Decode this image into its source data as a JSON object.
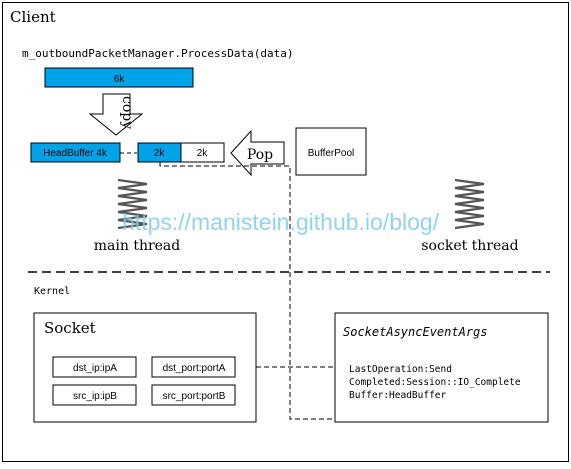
{
  "frame": {
    "title": "Client"
  },
  "main": {
    "call_label": "m_outboundPacketManager.ProcessData(data)",
    "data_block_label": "6k",
    "copy_arrow_label": "copy",
    "head_buffer_label": "HeadBuffer 4k",
    "buffer_segment_a": "2k",
    "buffer_segment_b": "2k",
    "pop_arrow_label": "Pop",
    "buffer_pool_label": "BufferPool",
    "main_thread_label": "main thread",
    "socket_thread_label": "socket thread"
  },
  "kernel": {
    "label": "Kernel"
  },
  "socket": {
    "title": "Socket",
    "fields": [
      "dst_ip:ipA",
      "dst_port:portA",
      "src_ip:ipB",
      "src_port:portB"
    ]
  },
  "event_args": {
    "title": "SocketAsyncEventArgs",
    "lines": [
      "LastOperation:Send",
      "Completed:Session::IO_Complete",
      "Buffer:HeadBuffer"
    ]
  },
  "watermark": {
    "text": "https://manistein.github.io/blog/"
  },
  "colors": {
    "accent": "#00a2e8",
    "border": "#000000",
    "watermark": "#7ecbef",
    "spring": "#555555"
  }
}
